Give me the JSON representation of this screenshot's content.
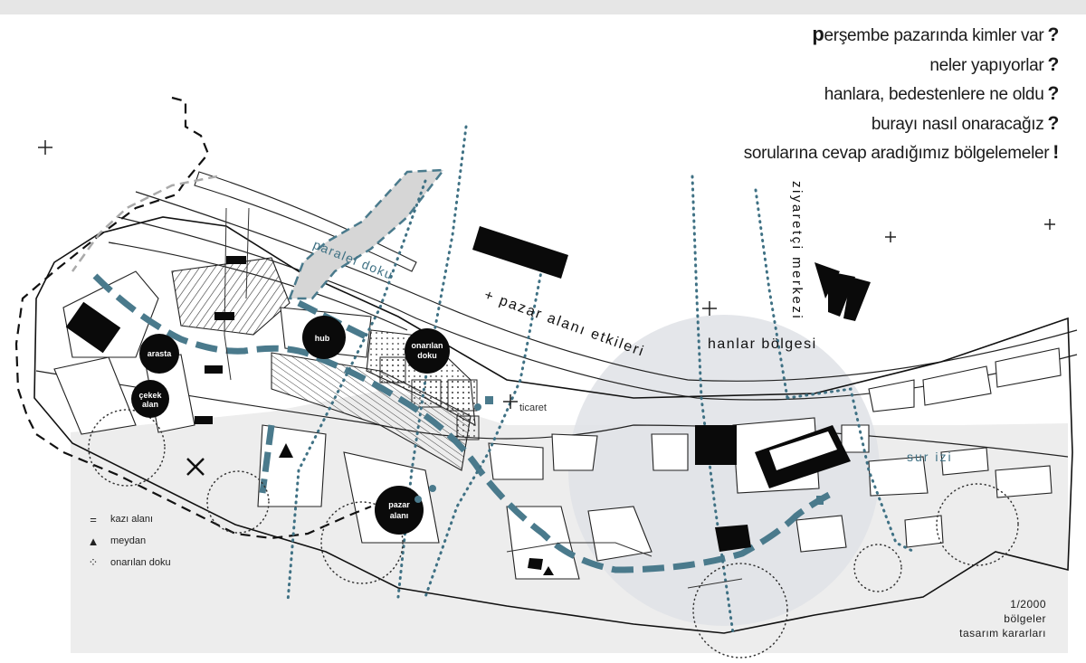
{
  "questions": [
    {
      "lead": "p",
      "text": "erşembe pazarında kimler var",
      "mark": "?"
    },
    {
      "lead": "",
      "text": "neler yapıyorlar",
      "mark": "?"
    },
    {
      "lead": "",
      "text": "hanlara, bedestenlere ne oldu",
      "mark": "?"
    },
    {
      "lead": "",
      "text": "burayı nasıl onaracağız",
      "mark": "?"
    },
    {
      "lead": "",
      "text": "sorularına cevap aradığımız bölgelemeler",
      "mark": "!"
    }
  ],
  "labels": {
    "paralel_doku": "paralel doku",
    "pazar_alani_etkileri": "+ pazar alanı etkileri",
    "hanlar_bolgesi": "hanlar bölgesi",
    "ziyaretci_merkezi": "ziyaretçi merkezi",
    "ticaret": "ticaret",
    "sur_izi": "sur izi"
  },
  "circles": {
    "arasta": "arasta",
    "cekek": "çekek",
    "alan": "alan",
    "hub": "hub",
    "onarilan": "onarılan",
    "doku": "doku",
    "pazar": "pazar",
    "alani": "alanı"
  },
  "legend": [
    {
      "symbol": "=",
      "label": "kazı alanı"
    },
    {
      "symbol": "▲",
      "label": "meydan"
    },
    {
      "symbol": "⁘",
      "label": "onarılan doku"
    }
  ],
  "scale": {
    "ratio": "1/2000",
    "line2": "bölgeler",
    "line3": "tasarım kararları"
  },
  "colors": {
    "route": "#4a7a8c",
    "dots": "#3f7184",
    "zone": "#e9ecef",
    "black": "#0a0a0a"
  }
}
